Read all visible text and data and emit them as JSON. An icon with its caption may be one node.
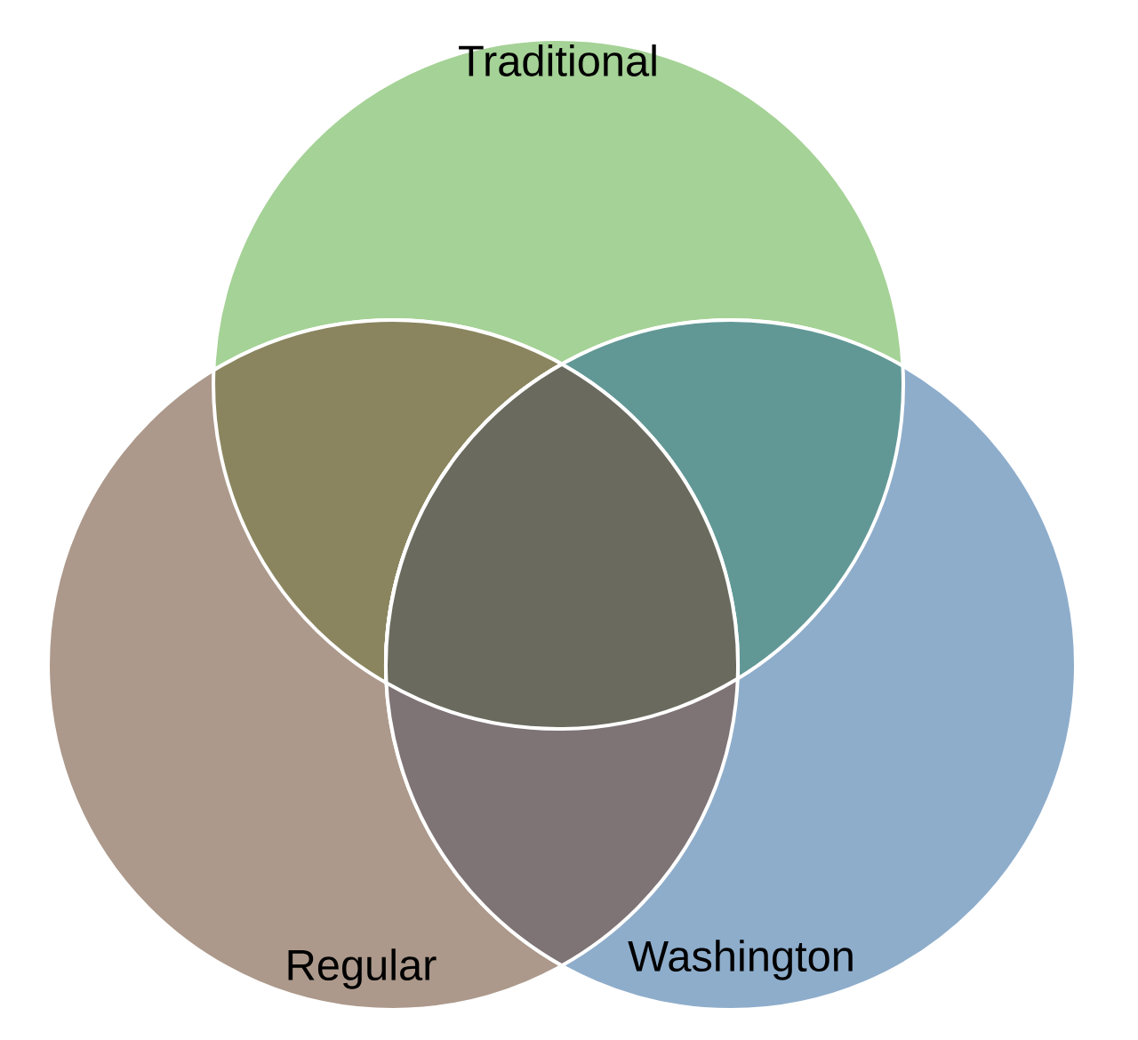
{
  "diagram": {
    "nodes": [
      {
        "text": [
          "Traditional"
        ]
      },
      {
        "text": [
          "Regular"
        ]
      },
      {
        "text": [
          "Washington"
        ]
      }
    ]
  }
}
